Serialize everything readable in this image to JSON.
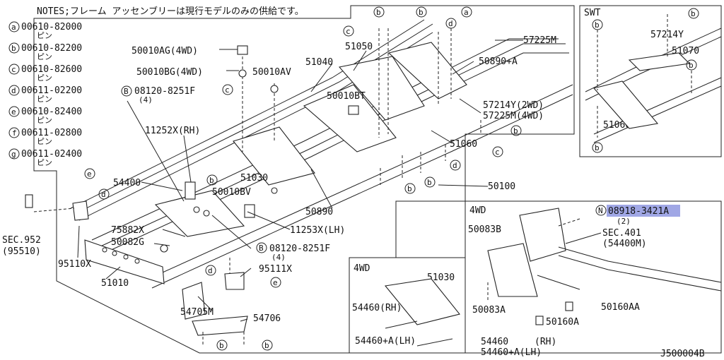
{
  "notes": {
    "header": "NOTES;フレーム アッセンブリーは現行モデルのみの供給です。",
    "items": [
      {
        "key": "a",
        "code": "00610-82000",
        "suffix": "ピン"
      },
      {
        "key": "b",
        "code": "00610-82200",
        "suffix": "ピン"
      },
      {
        "key": "c",
        "code": "00610-82600",
        "suffix": "ピン"
      },
      {
        "key": "d",
        "code": "00611-02200",
        "suffix": "ピン"
      },
      {
        "key": "e",
        "code": "00610-82400",
        "suffix": "ピン"
      },
      {
        "key": "f",
        "code": "00611-02800",
        "suffix": "ピン"
      },
      {
        "key": "g",
        "code": "00611-02400",
        "suffix": "ピン"
      }
    ]
  },
  "main": {
    "p50010ag": "50010AG(4WD)",
    "p50010bg": "50010BG(4WD)",
    "p50010av": "50010AV",
    "p08120a": "08120-8251F",
    "p08120a_qty": "(4)",
    "p08120a_key": "B",
    "p51050": "51050",
    "p51040": "51040",
    "p50010bt": "50010BT",
    "p57225m": "57225M",
    "p50890a": "50890+A",
    "p57214y": "57214Y(2WD)",
    "p57225m4": "57225M(4WD)",
    "p11252x": "11252X(RH)",
    "p51030": "51030",
    "p50010bv": "50010BV",
    "p51060": "51060",
    "p54400": "54400",
    "p50100": "50100",
    "p50890": "50890",
    "p11253x": "11253X(LH)",
    "p75882x": "75882X",
    "p50082g": "50082G",
    "p08120b": "08120-8251F",
    "p08120b_qty": "(4)",
    "p08120b_key": "B",
    "p95110x": "95110X",
    "p95111x": "95111X",
    "p51010": "51010",
    "p54705m": "54705M",
    "p54706": "54706",
    "sec952": "SEC.952",
    "sec952_sub": "(95510)"
  },
  "swt": {
    "title": "SWT",
    "p57214y": "57214Y",
    "p51070": "51070",
    "p51060": "51060"
  },
  "inset4wd_small": {
    "title": "4WD",
    "p51030": "51030",
    "p54460rh": "54460(RH)",
    "p54460lh": "54460+A(LH)"
  },
  "inset4wd_large": {
    "title": "4WD",
    "nut_key": "N",
    "nut_part": "08918-3421A",
    "nut_qty": "(2)",
    "sec401": "SEC.401",
    "sec401_sub": "(54400M)",
    "p50083b": "50083B",
    "p50083a": "50083A",
    "p50160aa": "50160AA",
    "p50160a": "50160A",
    "p54460": "54460",
    "p54460_rh": "(RH)",
    "p54460lh": "54460+A(LH)"
  },
  "diagram_id": "J500004B"
}
